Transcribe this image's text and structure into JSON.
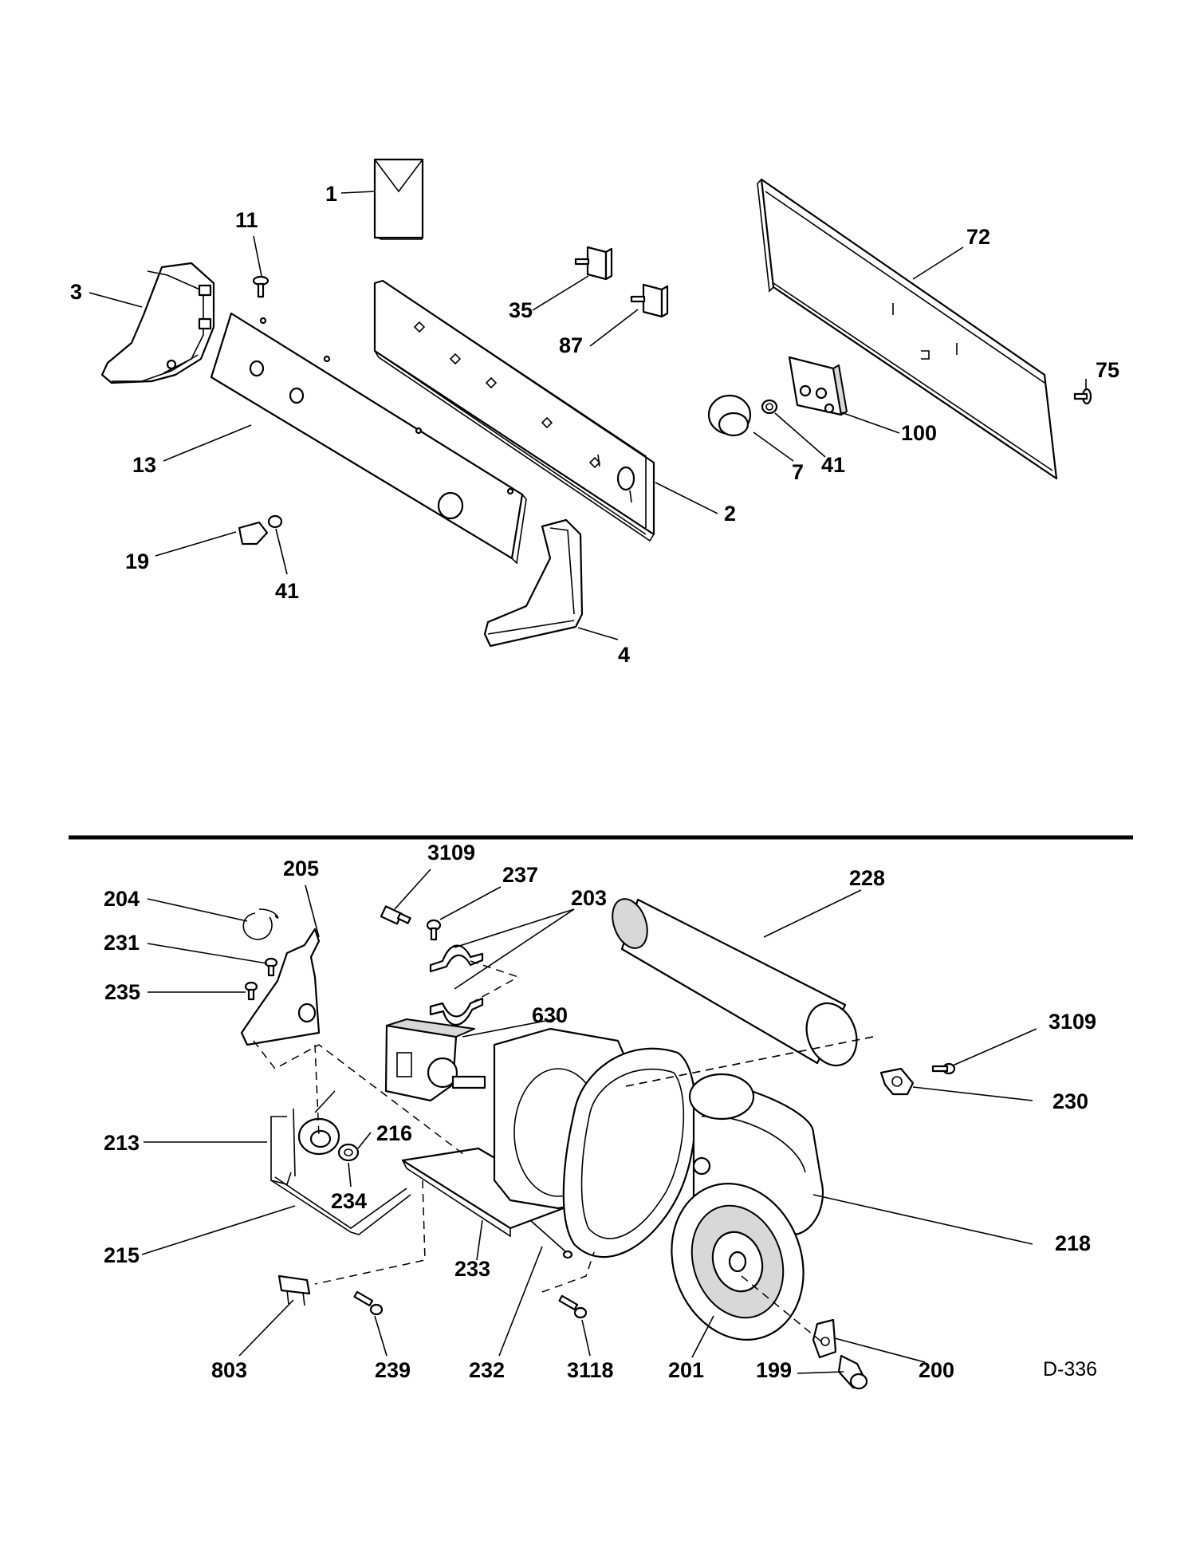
{
  "top_callouts": [
    "1",
    "11",
    "3",
    "13",
    "35",
    "87",
    "2",
    "72",
    "75",
    "100",
    "41",
    "7",
    "19",
    "41",
    "4"
  ],
  "bottom_callouts": [
    "3109",
    "237",
    "203",
    "205",
    "204",
    "231",
    "235",
    "228",
    "630",
    "3109",
    "230",
    "213",
    "216",
    "234",
    "215",
    "233",
    "218",
    "803",
    "239",
    "232",
    "3118",
    "201",
    "199",
    "200"
  ],
  "drawing_ref": "D-336",
  "icons": [
    "exploded-parts-diagram",
    "divider-line",
    "leader-line",
    "dashed-assembly-line"
  ]
}
